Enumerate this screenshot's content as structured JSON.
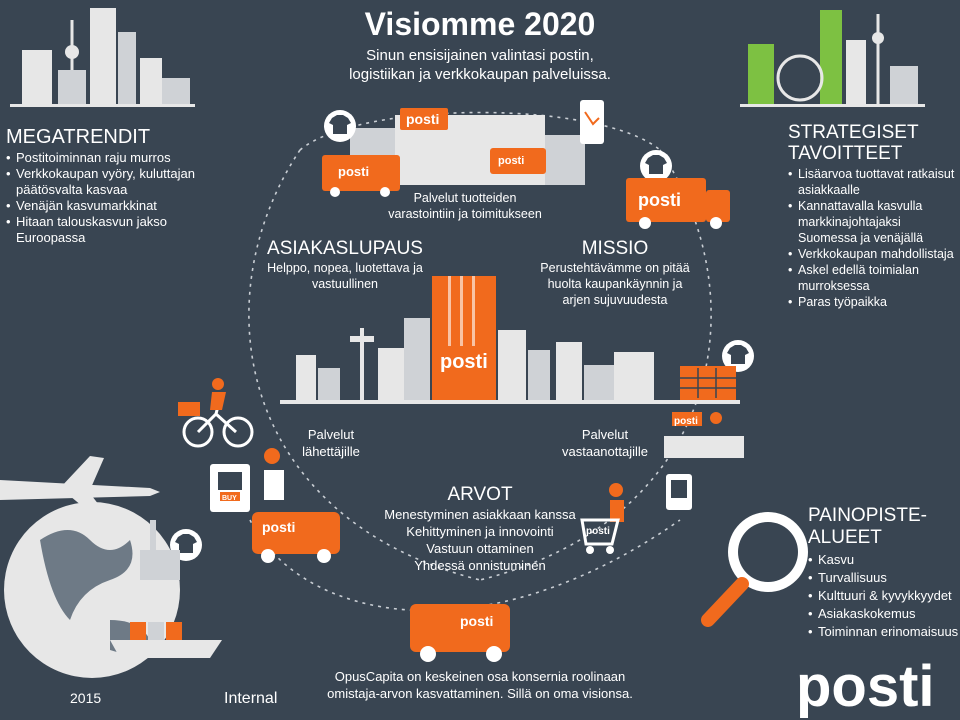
{
  "header": {
    "title": "Visiomme 2020",
    "subtitle_line1": "Sinun ensisijainen valintasi postin,",
    "subtitle_line2": "logistiikan ja verkkokaupan palveluissa."
  },
  "megatrends": {
    "heading": "MEGATRENDIT",
    "items": [
      "Postitoiminnan raju murros",
      "Verkkokaupan vyöry, kuluttajan päätösvalta kasvaa",
      "Venäjän kasvumarkkinat",
      "Hitaan talouskasvun jakso Euroopassa"
    ]
  },
  "storage": {
    "line1": "Palvelut tuotteiden",
    "line2": "varastointiin ja toimitukseen"
  },
  "customer_promise": {
    "heading": "ASIAKASLUPAUS",
    "line1": "Helppo, nopea, luotettava ja",
    "line2": "vastuullinen"
  },
  "mission": {
    "heading": "MISSIO",
    "line1": "Perustehtävämme on pitää",
    "line2": "huolta kaupankäynnin ja",
    "line3": "arjen sujuvuudesta"
  },
  "strategic_goals": {
    "heading_line1": "STRATEGISET",
    "heading_line2": "TAVOITTEET",
    "items": [
      "Lisäarvoa tuottavat ratkaisut asiakkaalle",
      "Kannattavalla kasvulla markkinajohtajaksi Suomessa ja venäjällä",
      "Verkkokaupan mahdollistaja",
      "Askel edellä toimialan murroksessa",
      "Paras työpaikka"
    ]
  },
  "senders": {
    "line1": "Palvelut",
    "line2": "lähettäjille"
  },
  "receivers": {
    "line1": "Palvelut",
    "line2": "vastaanottajille"
  },
  "values": {
    "heading": "ARVOT",
    "items": [
      "Menestyminen asiakkaan kanssa",
      "Kehittyminen ja innovointi",
      "Vastuun ottaminen",
      "Yhdessä onnistuminen"
    ]
  },
  "focus_areas": {
    "heading_line1": "PAINOPISTE-",
    "heading_line2": "ALUEET",
    "items": [
      "Kasvu",
      "Turvallisuus",
      "Kulttuuri & kyvykkyydet",
      "Asiakaskokemus",
      "Toiminnan erinomaisuus"
    ]
  },
  "footer": {
    "opus_line1": "OpusCapita on keskeinen osa konsernia roolinaan",
    "opus_line2": "omistaja-arvon kasvattaminen. Sillä on oma visionsa.",
    "year": "2015",
    "classification": "Internal"
  },
  "brand": {
    "logo_text": "posti",
    "small_logo_text": "posti",
    "buy_label": "BUY"
  },
  "colors": {
    "background": "#394552",
    "accent": "#f16a1d",
    "building": "#e7e7e7",
    "green": "#7dc142"
  },
  "icons": [
    "tshirt-icon",
    "phone-icon",
    "truck-icon",
    "bicycle-icon",
    "tablet-icon",
    "hand-pointer-icon",
    "airplane-icon",
    "globe-icon",
    "ship-icon",
    "cart-icon",
    "magnifier-icon",
    "parcel-locker-icon",
    "factory-icon"
  ]
}
